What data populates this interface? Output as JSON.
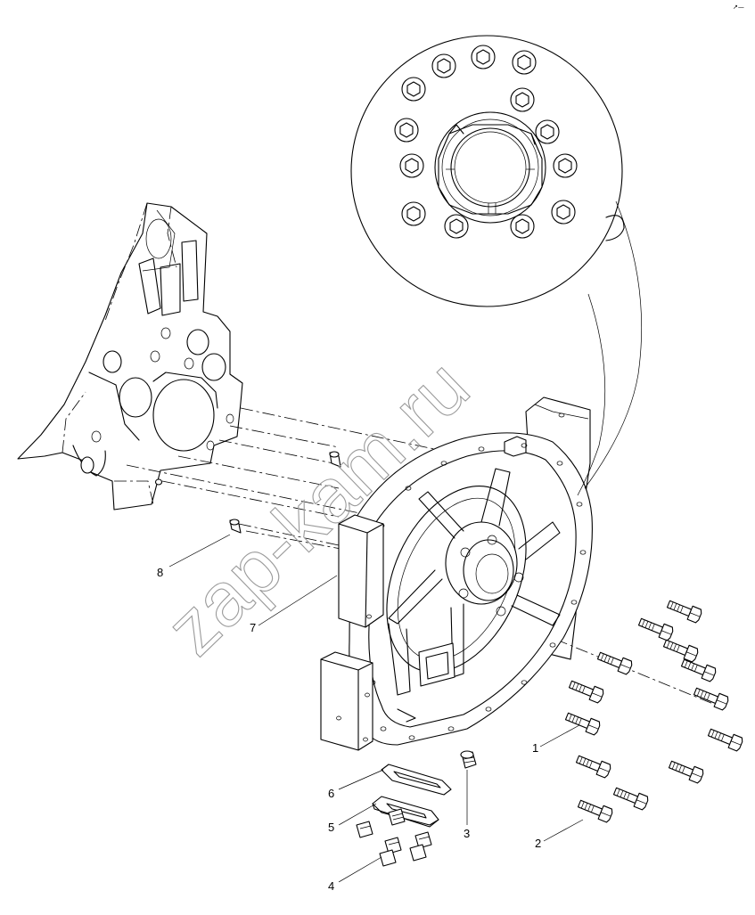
{
  "watermark": "zap-kam.ru",
  "corner_mark": "↗—",
  "callouts": [
    "1",
    "2",
    "3",
    "4",
    "5",
    "6",
    "7",
    "8"
  ]
}
